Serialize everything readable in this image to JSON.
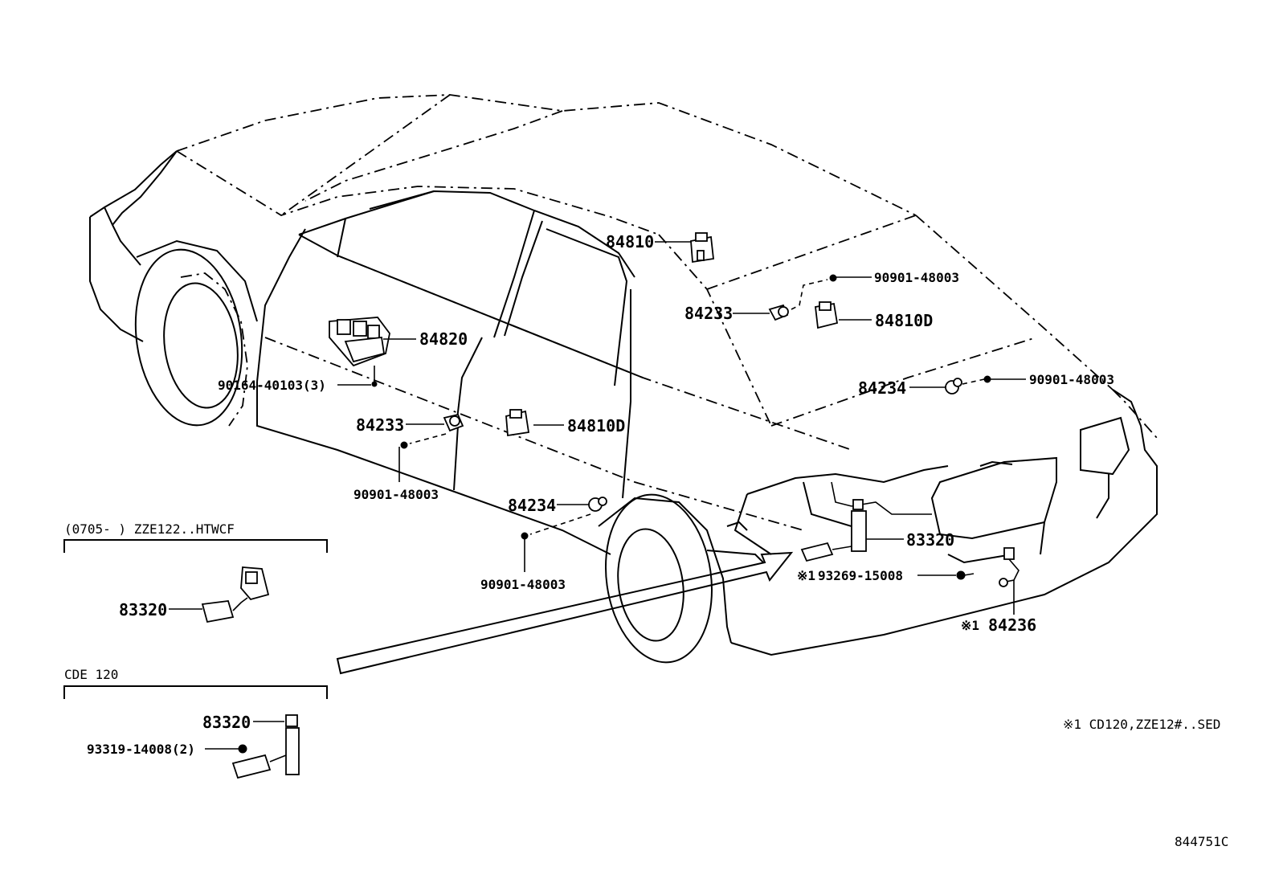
{
  "labels": {
    "p84810": "84810",
    "p84820": "84820",
    "p84810D_top": "84810D",
    "p84810D_mid": "84810D",
    "p84233_top": "84233",
    "p84233_mid": "84233",
    "p84234_right": "84234",
    "p84234_mid": "84234",
    "p90901_a": "90901-48003",
    "p90901_b": "90901-48003",
    "p90901_c": "90901-48003",
    "p90901_d": "90901-48003",
    "p90164": "90164-40103(3)",
    "p83320_main": "83320",
    "p93269": "93269-15008",
    "p93269_mark": "※1",
    "p84236": "84236",
    "p84236_mark": "※1"
  },
  "inset_zze": {
    "header": "(0705-     ) ZZE122..HTWCF",
    "part": "83320"
  },
  "inset_cde": {
    "header": "CDE 120",
    "part": "83320",
    "screw": "93319-14008(2)"
  },
  "footnote": "※1 CD120,ZZE12#..SED",
  "diagram_code": "844751C"
}
